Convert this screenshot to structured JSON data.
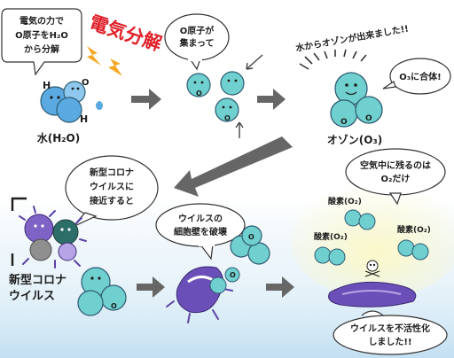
{
  "colors": {
    "molecule_fill": "#6fd0cf",
    "molecule_outline": "#2f5b73",
    "water_blue": "#5aa9e0",
    "arrow_gray": "#666666",
    "heading_red": "#e0212a",
    "lightning": "#f5a623",
    "virus_purple": "#6b4fb8",
    "glow": "#f7f1a6"
  },
  "labels": {
    "decomp_bubble": [
      "電気の力で",
      "O原子をH₂O",
      "から分解"
    ],
    "decomp_title": "電気分解",
    "water_label": "水(H₂O)",
    "gather_bubble": [
      "O原子が",
      "集まって"
    ],
    "ozone_heading": "水からオゾンが出来ました!!",
    "combine_bubble": "O₃に合体!",
    "ozone_label": "オゾン(O₃)",
    "approach_bubble": [
      "新型コロナ",
      "ウイルスに",
      "接近すると"
    ],
    "virus_label": [
      "新型コロナ",
      "ウイルス"
    ],
    "destroy_bubble": [
      "ウイルスの",
      "細胞壁を破壊"
    ],
    "remain_bubble": [
      "空気中に残るのは",
      "O₂だけ"
    ],
    "oxygen_tag": "酸素(O₂)",
    "inactivate_bubble": [
      "ウイルスを不活性化",
      "しました!!"
    ],
    "atom_o": "O",
    "atom_h": "H"
  }
}
